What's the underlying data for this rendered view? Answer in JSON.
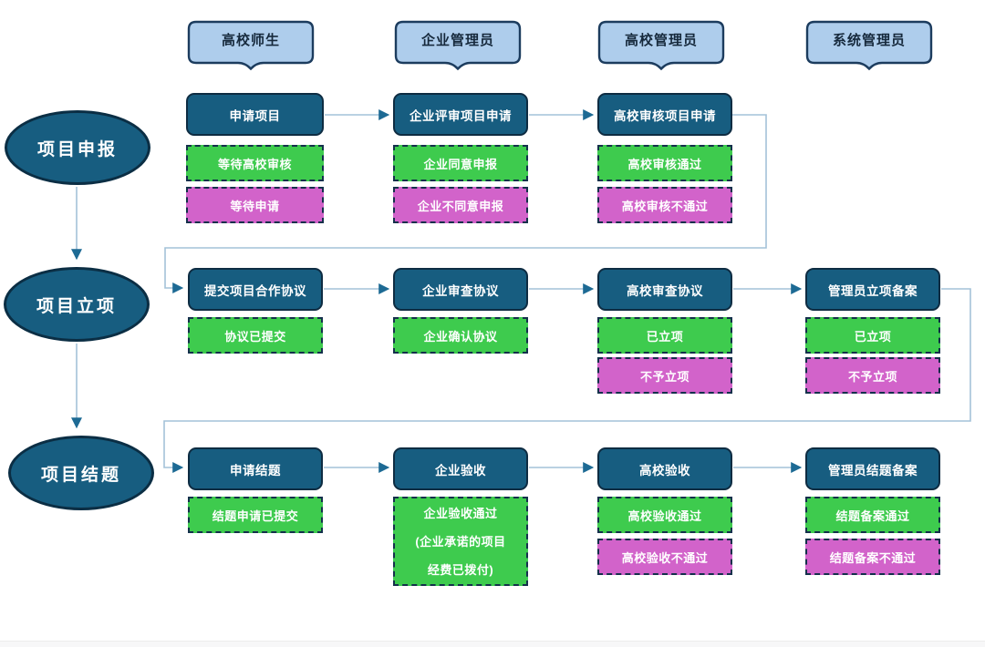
{
  "diagram": {
    "headers": [
      "高校师生",
      "企业管理员",
      "高校管理员",
      "系统管理员"
    ],
    "phases": [
      "项目申报",
      "项目立项",
      "项目结题"
    ],
    "rows": {
      "r1": {
        "c1": {
          "action": "申请项目",
          "ok": "等待高校审核",
          "ng": "等待申请"
        },
        "c2": {
          "action": "企业评审项目申请",
          "ok": "企业同意申报",
          "ng": "企业不同意申报"
        },
        "c3": {
          "action": "高校审核项目申请",
          "ok": "高校审核通过",
          "ng": "高校审核不通过"
        }
      },
      "r2": {
        "c1": {
          "action": "提交项目合作协议",
          "ok": "协议已提交"
        },
        "c2": {
          "action": "企业审查协议",
          "ok": "企业确认协议"
        },
        "c3": {
          "action": "高校审查协议",
          "ok": "已立项",
          "ng": "不予立项"
        },
        "c4": {
          "action": "管理员立项备案",
          "ok": "已立项",
          "ng": "不予立项"
        }
      },
      "r3": {
        "c1": {
          "action": "申请结题",
          "ok": "结题申请已提交"
        },
        "c2": {
          "action": "企业验收",
          "ok_line1": "企业验收通过",
          "ok_line2": "(企业承诺的项目",
          "ok_line3": "经费已拨付)"
        },
        "c3": {
          "action": "高校验收",
          "ok": "高校验收通过",
          "ng": "高校验收不通过"
        },
        "c4": {
          "action": "管理员结题备案",
          "ok": "结题备案通过",
          "ng": "结题备案不通过"
        }
      }
    },
    "colors": {
      "action_fill": "#175d80",
      "action_border": "#0e2c42",
      "ok_fill": "#3ecb4e",
      "ng_fill": "#d263ca",
      "header_fill": "#aecdec",
      "header_border": "#1c3c5e",
      "connector_line": "#a4c2d8",
      "arrowhead": "#1d6a94"
    }
  }
}
